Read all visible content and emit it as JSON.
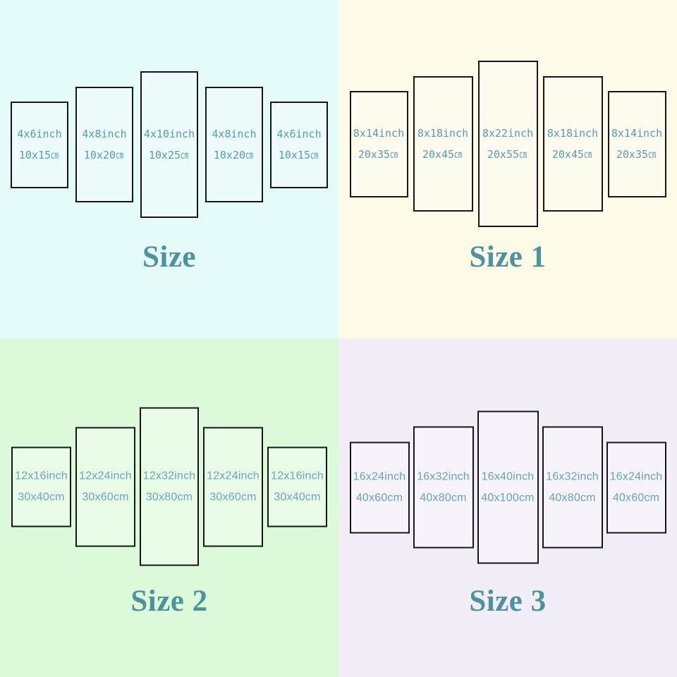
{
  "colors": {
    "panel_border": "#161616",
    "title_text": "#4f929f",
    "quadrant_1_bg": "#e4fbf9",
    "quadrant_2_bg": "#fdfbe7",
    "quadrant_3_bg": "#dcf9da",
    "quadrant_4_bg": "#f2eef8",
    "label_top": "#559cae",
    "label_bottom": "#6fa4ba"
  },
  "quadrants": [
    {
      "title": "Size",
      "bg": "#e4fbf9",
      "label_color": "#559cae",
      "title_color": "#4f929f",
      "panels": [
        {
          "inch": "4x6inch",
          "cm_value": "10x15",
          "cm_unit": "cm"
        },
        {
          "inch": "4x8inch",
          "cm_value": "10x20",
          "cm_unit": "cm"
        },
        {
          "inch": "4x10inch",
          "cm_value": "10x25",
          "cm_unit": "cm"
        },
        {
          "inch": "4x8inch",
          "cm_value": "10x20",
          "cm_unit": "cm"
        },
        {
          "inch": "4x6inch",
          "cm_value": "10x15",
          "cm_unit": "cm"
        }
      ]
    },
    {
      "title": "Size 1",
      "bg": "#fdfbe7",
      "label_color": "#579dae",
      "title_color": "#4f929f",
      "panels": [
        {
          "inch": "8x14inch",
          "cm_value": "20x35",
          "cm_unit": "cm"
        },
        {
          "inch": "8x18inch",
          "cm_value": "20x45",
          "cm_unit": "cm"
        },
        {
          "inch": "8x22inch",
          "cm_value": "20x55",
          "cm_unit": "cm"
        },
        {
          "inch": "8x18inch",
          "cm_value": "20x45",
          "cm_unit": "cm"
        },
        {
          "inch": "8x14inch",
          "cm_value": "20x35",
          "cm_unit": "cm"
        }
      ]
    },
    {
      "title": "Size 2",
      "bg": "#dcf9da",
      "label_color": "#6fa6ba",
      "title_color": "#4f929f",
      "panels": [
        {
          "inch": "12x16inch",
          "cm_value": "30x40",
          "cm_unit": "cm"
        },
        {
          "inch": "12x24inch",
          "cm_value": "30x60",
          "cm_unit": "cm"
        },
        {
          "inch": "12x32inch",
          "cm_value": "30x80",
          "cm_unit": "cm"
        },
        {
          "inch": "12x24inch",
          "cm_value": "30x60",
          "cm_unit": "cm"
        },
        {
          "inch": "12x16inch",
          "cm_value": "30x40",
          "cm_unit": "cm"
        }
      ]
    },
    {
      "title": "Size 3",
      "bg": "#f2eef8",
      "label_color": "#68a2b8",
      "title_color": "#4f929f",
      "panels": [
        {
          "inch": "16x24inch",
          "cm_value": "40x60",
          "cm_unit": "cm"
        },
        {
          "inch": "16x32inch",
          "cm_value": "40x80",
          "cm_unit": "cm"
        },
        {
          "inch": "16x40inch",
          "cm_value": "40x100",
          "cm_unit": "cm"
        },
        {
          "inch": "16x32inch",
          "cm_value": "40x80",
          "cm_unit": "cm"
        },
        {
          "inch": "16x24inch",
          "cm_value": "40x60",
          "cm_unit": "cm"
        }
      ]
    }
  ]
}
